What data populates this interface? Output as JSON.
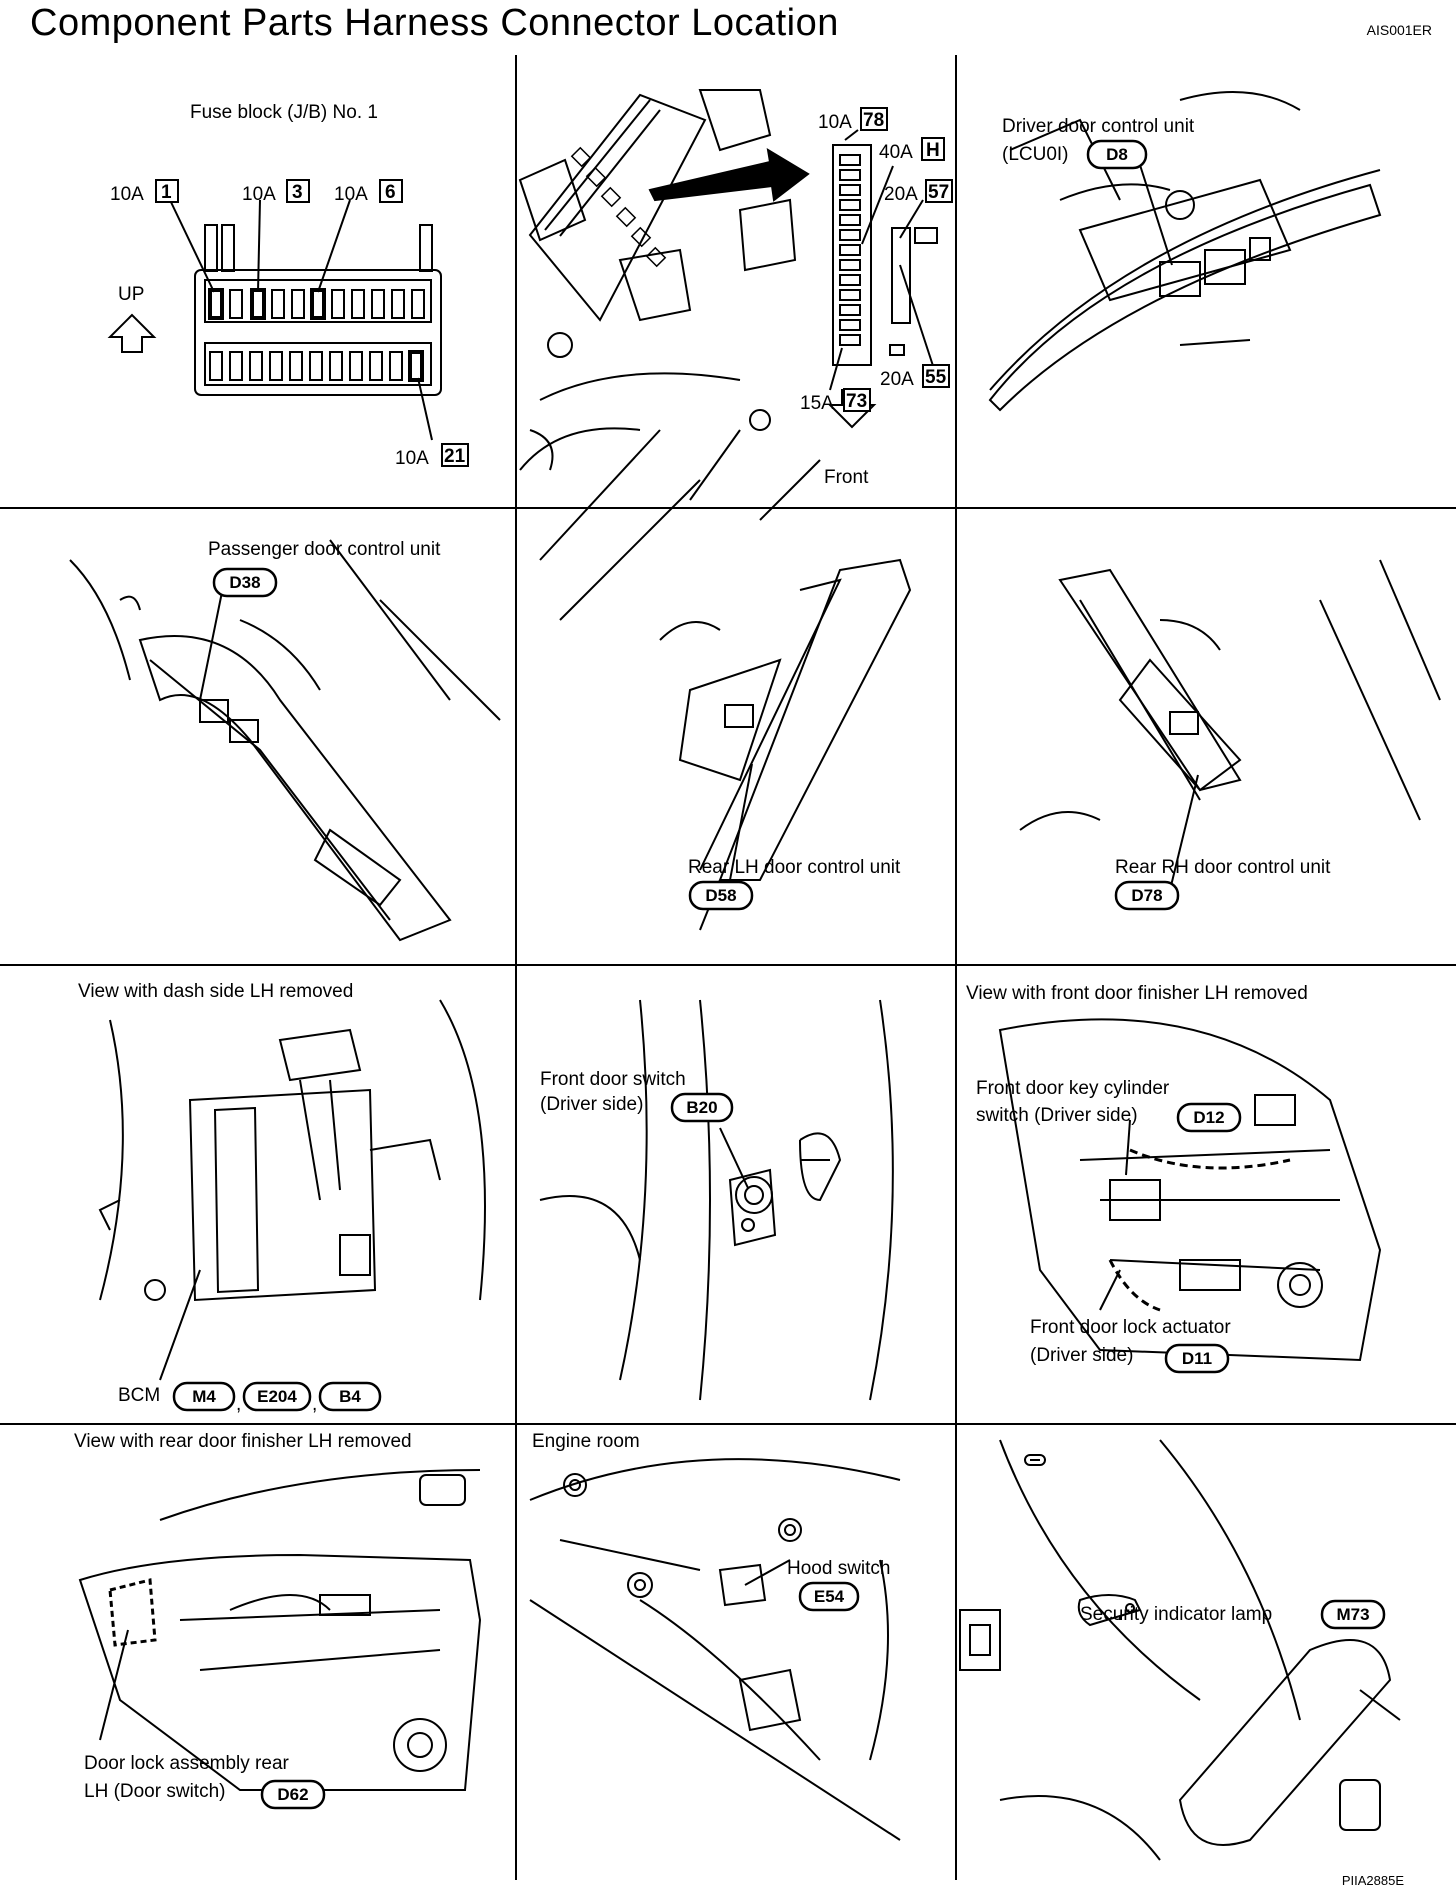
{
  "page": {
    "title": "Component Parts Harness Connector Location",
    "ref_code": "AIS001ER",
    "figure_code": "PIIA2885E"
  },
  "panels": {
    "fuse_block": {
      "title": "Fuse block (J/B) No. 1",
      "up_label": "UP",
      "fuses": [
        {
          "amp": "10A",
          "no": "1"
        },
        {
          "amp": "10A",
          "no": "3"
        },
        {
          "amp": "10A",
          "no": "6"
        },
        {
          "amp": "10A",
          "no": "21"
        }
      ]
    },
    "fuse_relay_box": {
      "fuses": [
        {
          "amp": "10A",
          "no": "78"
        },
        {
          "amp": "40A",
          "no": "H"
        },
        {
          "amp": "20A",
          "no": "57"
        },
        {
          "amp": "15A",
          "no": "73"
        },
        {
          "amp": "20A",
          "no": "55"
        }
      ],
      "front_label": "Front"
    },
    "driver_door_unit": {
      "label1": "Driver door control unit",
      "label2": "(LCU0I)",
      "connector": "D8"
    },
    "passenger_door_unit": {
      "label": "Passenger door control unit",
      "connector": "D38"
    },
    "rear_lh_unit": {
      "label": "Rear LH door control unit",
      "connector": "D58"
    },
    "rear_rh_unit": {
      "label": "Rear RH door control unit",
      "connector": "D78"
    },
    "bcm": {
      "heading": "View with dash side LH removed",
      "label": "BCM",
      "connectors": [
        "M4",
        "E204",
        "B4"
      ]
    },
    "front_door_switch": {
      "label1": "Front door switch",
      "label2": "(Driver side)",
      "connector": "B20"
    },
    "front_door_finisher": {
      "heading": "View with front door finisher LH removed",
      "key_label1": "Front door key cylinder",
      "key_label2": "switch (Driver side)",
      "key_connector": "D12",
      "actuator_label1": "Front door lock actuator",
      "actuator_label2": "(Driver side)",
      "actuator_connector": "D11"
    },
    "rear_door_finisher": {
      "heading": "View with rear door finisher LH removed",
      "label1": "Door lock assembly rear",
      "label2": "LH (Door switch)",
      "connector": "D62"
    },
    "engine_room": {
      "heading": "Engine room",
      "label": "Hood switch",
      "connector": "E54"
    },
    "security_lamp": {
      "label": "Security indicator lamp",
      "connector": "M73"
    }
  }
}
